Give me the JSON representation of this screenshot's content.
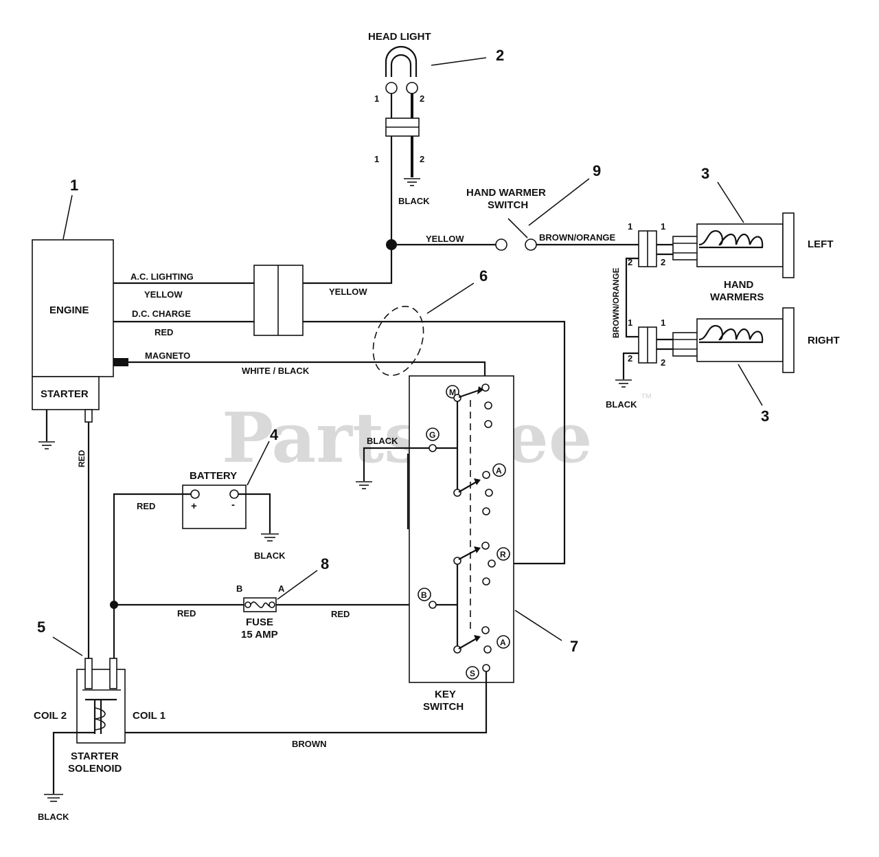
{
  "watermark": {
    "brand": "PartsTree",
    "mark": "™",
    "color": "#d9d9d9"
  },
  "components": {
    "engine": "ENGINE",
    "starter": "STARTER",
    "head_light": "HEAD LIGHT",
    "hand_warmer_switch_line1": "HAND WARMER",
    "hand_warmer_switch_line2": "SWITCH",
    "hand_warmers_line1": "HAND",
    "hand_warmers_line2": "WARMERS",
    "left": "LEFT",
    "right": "RIGHT",
    "battery": "BATTERY",
    "fuse_line1": "FUSE",
    "fuse_line2": "15 AMP",
    "key_switch_line1": "KEY",
    "key_switch_line2": "SWITCH",
    "starter_solenoid_line1": "STARTER",
    "starter_solenoid_line2": "SOLENOID",
    "coil1": "COIL 1",
    "coil2": "COIL 2"
  },
  "wires": {
    "ac_lighting": "A.C. LIGHTING",
    "yellow": "YELLOW",
    "dc_charge": "D.C. CHARGE",
    "red": "RED",
    "magneto": "MAGNETO",
    "white_black": "WHITE / BLACK",
    "black": "BLACK",
    "brown_orange": "BROWN/ORANGE",
    "brown": "BROWN"
  },
  "pins": {
    "one": "1",
    "two": "2",
    "plus": "+",
    "minus": "-",
    "fuse_b": "B",
    "fuse_a": "A"
  },
  "key_terminals": {
    "m": "M",
    "g": "G",
    "a": "A",
    "r": "R",
    "b": "B",
    "s": "S"
  },
  "callouts": {
    "c1": "1",
    "c2": "2",
    "c3": "3",
    "c4": "4",
    "c5": "5",
    "c6": "6",
    "c7": "7",
    "c8": "8",
    "c9": "9"
  }
}
